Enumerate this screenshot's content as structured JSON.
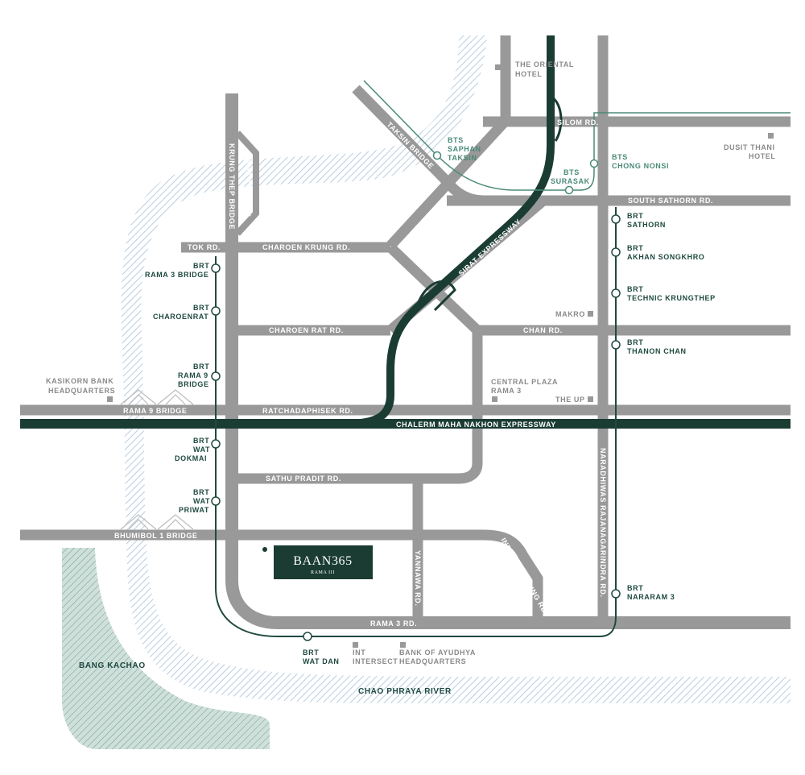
{
  "roads": {
    "silom": "SILOM RD.",
    "south_sathorn": "SOUTH SATHORN RD.",
    "tok": "TOK RD.",
    "charoen_krung": "CHAROEN KRUNG RD.",
    "charoen_rat": "CHAROEN RAT RD.",
    "chan": "CHAN RD.",
    "ratchadaphisek": "RATCHADAPHISEK RD.",
    "rama9_bridge": "RAMA 9 BRIDGE",
    "chalerm": "CHALERM MAHA NAKHON EXPRESSWAY",
    "sathu_pradit": "SATHU PRADIT RD.",
    "bhumibol": "BHUMIBOL 1 BRIDGE",
    "rama3": "RAMA 3 RD.",
    "taksin_bridge": "TAKSIN BRIDGE",
    "sirat": "SIRAT EXPRESSWAY",
    "krung_thep_bridge": "KRUNG THEP BRIDGE",
    "rama3_bridge_road": "RAMA 3 BRIDGE",
    "yannawa": "YANNAWA RD.",
    "industrial_ring": "INDUSTRIAL RING RD.",
    "naradhiwas": "NARADHIWAS RAJANAGARINDRA RD."
  },
  "landmarks": {
    "oriental": [
      "THE ORIENTAL",
      "HOTEL"
    ],
    "dusit": [
      "DUSIT THANI",
      "HOTEL"
    ],
    "makro": "MAKRO",
    "central": [
      "CENTRAL PLAZA",
      "RAMA 3"
    ],
    "the_up": "THE UP",
    "kasikorn": [
      "KASIKORN BANK",
      "HEADQUARTERS"
    ],
    "int_intersect": [
      "INT",
      "INTERSECT"
    ],
    "bank_ayudhya": [
      "BANK OF AYUDHYA",
      "HEADQUARTERS"
    ]
  },
  "bts_stations": {
    "saphan_taksin": [
      "BTS",
      "SAPHAN",
      "TAKSIN"
    ],
    "surasak": [
      "BTS",
      "SURASAK"
    ],
    "chong_nonsi": [
      "BTS",
      "CHONG NONSI"
    ]
  },
  "brt_stations": {
    "rama3_bridge": [
      "BRT",
      "RAMA 3 BRIDGE"
    ],
    "charoenrat": [
      "BRT",
      "CHAROENRAT"
    ],
    "rama9_bridge": [
      "BRT",
      "RAMA 9",
      "BRIDGE"
    ],
    "wat_dokmai": [
      "BRT",
      "WAT",
      "DOKMAI"
    ],
    "wat_priwat": [
      "BRT",
      "WAT",
      "PRIWAT"
    ],
    "sathorn": [
      "BRT",
      "SATHORN"
    ],
    "akhan_songkhro": [
      "BRT",
      "AKHAN SONGKHRO"
    ],
    "technic_krungthep": [
      "BRT",
      "TECHNIC KRUNGTHEP"
    ],
    "thanon_chan": [
      "BRT",
      "THANON CHAN"
    ],
    "nararam3": [
      "BRT",
      "NARARAM 3"
    ],
    "wat_dan": [
      "BRT",
      "WAT DAN"
    ]
  },
  "areas": {
    "bang_kachao": "BANG KACHAO",
    "river": "CHAO PHRAYA RIVER"
  },
  "project": {
    "name": "BAAN365",
    "subtitle": "RAMA III"
  },
  "colors": {
    "road": "#999999",
    "expressway": "#1a3c33",
    "bts_line": "#4a8a78",
    "brt_line": "#1f4a40",
    "river_hatch": "#b9cde0",
    "green_area": "#cfe0db",
    "logo_bg": "#1a3c33"
  }
}
